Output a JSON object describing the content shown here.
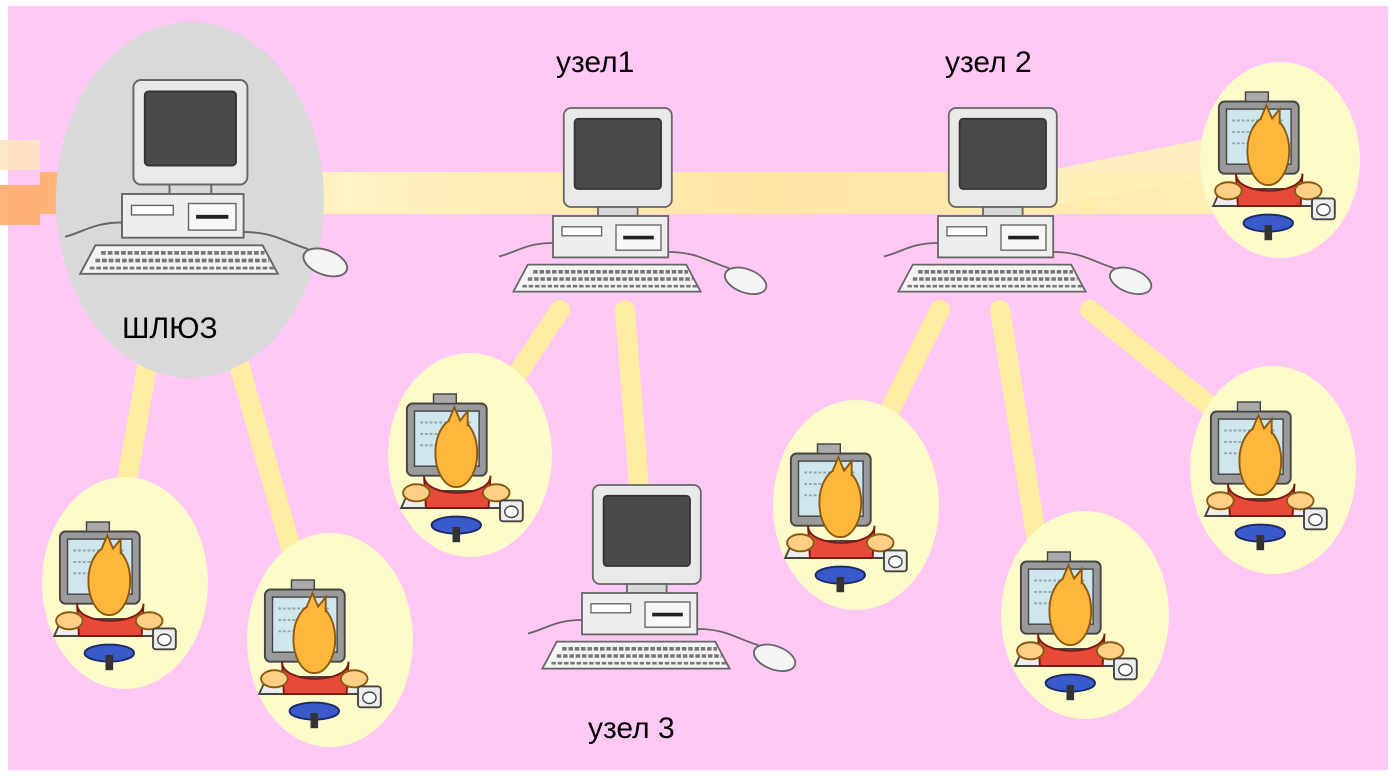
{
  "labels": {
    "gateway": "ШЛЮЗ",
    "node1": "узел1",
    "node2": "узел 2",
    "node3": "узел 3"
  },
  "icons": {
    "server": "desktop-computer-icon",
    "client": "user-at-computer-icon"
  },
  "colors": {
    "background": "#ffc8f5",
    "link": "#fff2a8",
    "link_glow": "#ffd98a",
    "client_bubble": "#fdfbc9",
    "gateway_bubble": "#d9d9d9"
  }
}
